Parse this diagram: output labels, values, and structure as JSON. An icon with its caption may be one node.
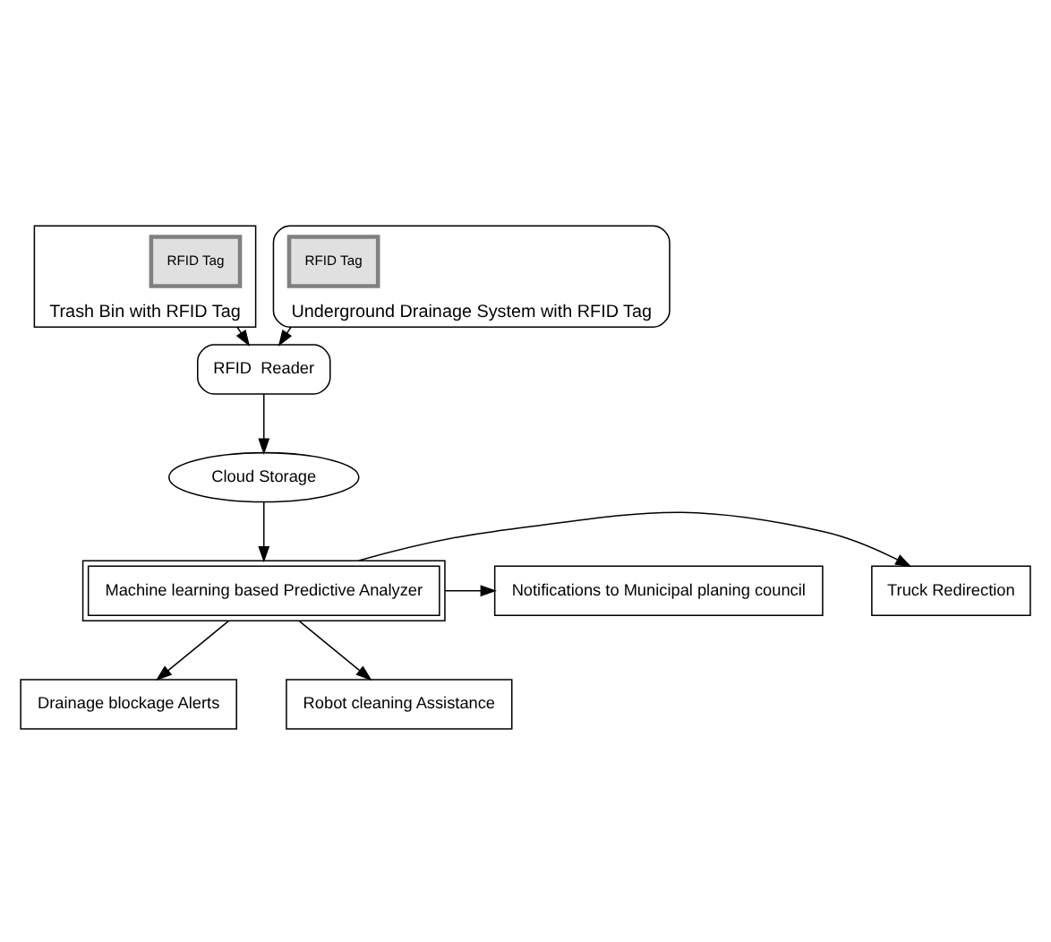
{
  "diagram": {
    "nodes": [
      {
        "text": [
          "Trash Bin with RFID Tag"
        ]
      },
      {
        "text": [
          "RFID Tag"
        ],
        "in": 0
      },
      {
        "text": [
          "Underground Drainage System with RFID Tag"
        ]
      },
      {
        "text": [
          "RFID Tag"
        ],
        "in": 2
      },
      {
        "text": [
          "RFID  Reader"
        ]
      },
      {
        "text": [
          "Cloud Storage"
        ]
      },
      {
        "text": [
          "Machine learning based Predictive Analyzer"
        ]
      },
      {
        "text": [
          "Truck Redirection"
        ]
      },
      {
        "text": [
          "Notifications to Municipal planing council"
        ]
      },
      {
        "text": [
          "Drainage blockage Alerts"
        ]
      },
      {
        "text": [
          "Robot cleaning Assistance"
        ]
      }
    ],
    "edges": [
      {
        "from": 0,
        "to": 4,
        "arrow": "to"
      },
      {
        "from": 2,
        "to": 4,
        "arrow": "to"
      },
      {
        "from": 4,
        "to": 5,
        "arrow": "to"
      },
      {
        "from": 5,
        "to": 6,
        "arrow": "to"
      },
      {
        "from": 6,
        "to": 7,
        "arrow": "to"
      },
      {
        "from": 6,
        "to": 8,
        "arrow": "to"
      },
      {
        "from": 6,
        "to": 9,
        "arrow": "to"
      },
      {
        "from": 6,
        "to": 10,
        "arrow": "to"
      }
    ]
  }
}
